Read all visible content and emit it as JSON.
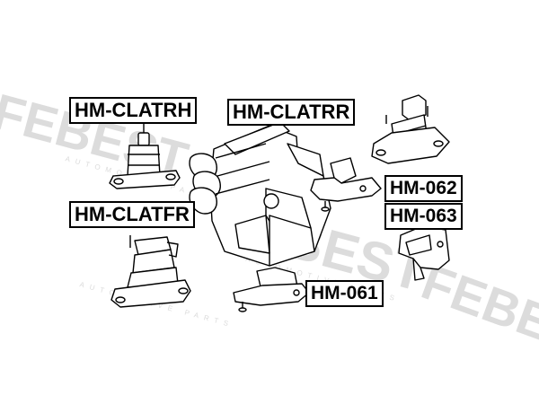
{
  "labels": {
    "hm_clatrh": "HM-CLATRH",
    "hm_clatrr": "HM-CLATRR",
    "hm_062": "HM-062",
    "hm_063": "HM-063",
    "hm_clatfr": "HM-CLATFR",
    "hm_061": "HM-061"
  },
  "watermark": {
    "brand": "FEBEST",
    "sub": "AUTOMOTIVE PARTS"
  },
  "colors": {
    "line": "#000000",
    "watermark": "#dcdcdc",
    "fill": "#ffffff"
  }
}
